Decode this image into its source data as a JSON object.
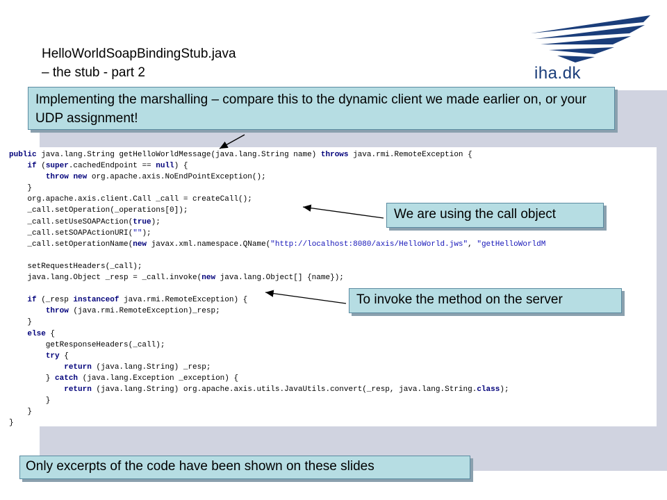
{
  "slide": {
    "title_line1": "HelloWorldSoapBindingStub.java",
    "title_line2": "– the stub - part 2",
    "logo_text": "iha.dk",
    "colors": {
      "logo_blue": "#1a3d7a",
      "callout_bg": "#b6dde3",
      "panel_bg": "#d0d3e0",
      "keyword": "#00007a",
      "string": "#1414b8"
    }
  },
  "callouts": {
    "main": "Implementing the marshalling – compare this to the dynamic client we made earlier on, or your UDP assignment!",
    "call_object": "We are using the call object",
    "invoke": "To invoke the method on the server",
    "excerpt": "Only excerpts of the code have been shown on these slides"
  },
  "code_lines": [
    [
      [
        "kw",
        "public"
      ],
      [
        "t",
        " java.lang.String getHelloWorldMessage(java.lang.String name) "
      ],
      [
        "kw",
        "throws"
      ],
      [
        "t",
        " java.rmi.RemoteException {"
      ]
    ],
    [
      [
        "t",
        "    "
      ],
      [
        "kw",
        "if"
      ],
      [
        "t",
        " ("
      ],
      [
        "kw",
        "super"
      ],
      [
        "t",
        ".cachedEndpoint == "
      ],
      [
        "kw",
        "null"
      ],
      [
        "t",
        ") {"
      ]
    ],
    [
      [
        "t",
        "        "
      ],
      [
        "kw",
        "throw"
      ],
      [
        "t",
        " "
      ],
      [
        "kw",
        "new"
      ],
      [
        "t",
        " org.apache.axis.NoEndPointException();"
      ]
    ],
    [
      [
        "t",
        "    }"
      ]
    ],
    [
      [
        "t",
        "    org.apache.axis.client.Call _call = createCall();"
      ]
    ],
    [
      [
        "t",
        "    _call.setOperation(_operations[0]);"
      ]
    ],
    [
      [
        "t",
        "    _call.setUseSOAPAction("
      ],
      [
        "kw",
        "true"
      ],
      [
        "t",
        ");"
      ]
    ],
    [
      [
        "t",
        "    _call.setSOAPActionURI("
      ],
      [
        "str",
        "\"\""
      ],
      [
        "t",
        ");"
      ]
    ],
    [
      [
        "t",
        "    _call.setOperationName("
      ],
      [
        "kw",
        "new"
      ],
      [
        "t",
        " javax.xml.namespace.QName("
      ],
      [
        "str",
        "\"http://localhost:8080/axis/HelloWorld.jws\""
      ],
      [
        "t",
        ", "
      ],
      [
        "str",
        "\"getHelloWorldM"
      ]
    ],
    [
      [
        "t",
        ""
      ]
    ],
    [
      [
        "t",
        "    setRequestHeaders(_call);"
      ]
    ],
    [
      [
        "t",
        "    java.lang.Object _resp = _call.invoke("
      ],
      [
        "kw",
        "new"
      ],
      [
        "t",
        " java.lang.Object[] {name});"
      ]
    ],
    [
      [
        "t",
        ""
      ]
    ],
    [
      [
        "t",
        "    "
      ],
      [
        "kw",
        "if"
      ],
      [
        "t",
        " (_resp "
      ],
      [
        "kw",
        "instanceof"
      ],
      [
        "t",
        " java.rmi.RemoteException) {"
      ]
    ],
    [
      [
        "t",
        "        "
      ],
      [
        "kw",
        "throw"
      ],
      [
        "t",
        " (java.rmi.RemoteException)_resp;"
      ]
    ],
    [
      [
        "t",
        "    }"
      ]
    ],
    [
      [
        "t",
        "    "
      ],
      [
        "kw",
        "else"
      ],
      [
        "t",
        " {"
      ]
    ],
    [
      [
        "t",
        "        getResponseHeaders(_call);"
      ]
    ],
    [
      [
        "t",
        "        "
      ],
      [
        "kw",
        "try"
      ],
      [
        "t",
        " {"
      ]
    ],
    [
      [
        "t",
        "            "
      ],
      [
        "kw",
        "return"
      ],
      [
        "t",
        " (java.lang.String) _resp;"
      ]
    ],
    [
      [
        "t",
        "        } "
      ],
      [
        "kw",
        "catch"
      ],
      [
        "t",
        " (java.lang.Exception _exception) {"
      ]
    ],
    [
      [
        "t",
        "            "
      ],
      [
        "kw",
        "return"
      ],
      [
        "t",
        " (java.lang.String) org.apache.axis.utils.JavaUtils.convert(_resp, java.lang.String."
      ],
      [
        "kw",
        "class"
      ],
      [
        "t",
        ");"
      ]
    ],
    [
      [
        "t",
        "        }"
      ]
    ],
    [
      [
        "t",
        "    }"
      ]
    ],
    [
      [
        "t",
        "}"
      ]
    ]
  ]
}
